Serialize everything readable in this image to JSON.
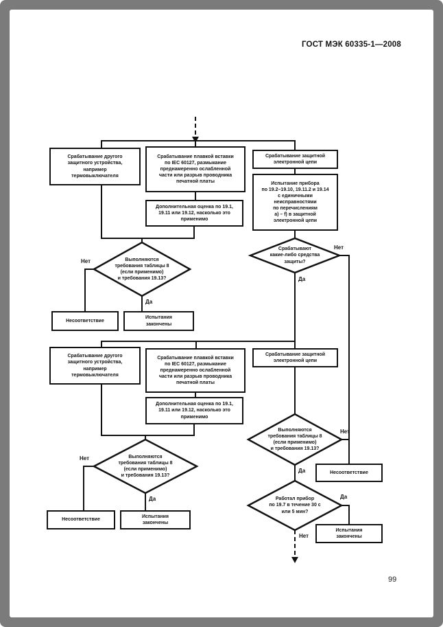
{
  "colors": {
    "frame": "#7b7b7b",
    "paper": "#ffffff",
    "ink": "#111111"
  },
  "header": {
    "title": "ГОСТ МЭК 60335-1—2008"
  },
  "footer": {
    "page_number": "99"
  },
  "labels": {
    "yes": "Да",
    "no": "Нет"
  },
  "flowchart": {
    "section1": {
      "box_other_device": [
        "Срабатывание другого",
        "защитного устройства,",
        "например",
        "термовыключателя"
      ],
      "box_fuse_link": [
        "Срабатывание плавкой вставки",
        "по IEC 60127, размыкание",
        "преднамеренно ослабленной",
        "части или разрыв проводника",
        "печатной платы"
      ],
      "box_electronic_circuit": [
        "Срабатывание защитной",
        "электронной цепи"
      ],
      "box_appliance_test": [
        "Испытание прибора",
        "по 19.2–19.10, 19.11.2 и 19.14",
        "с единичными",
        "неисправностями",
        "по перечислениям",
        "а) – f) в защитной",
        "электронной цепи"
      ],
      "box_additional_eval": [
        "Дополнительная оценка по 19.1,",
        "19.11 или 19.12, насколько это",
        "применимо"
      ],
      "decision_table8": [
        "Выполняются",
        "требования таблицы 8",
        "(если применимо)",
        "и требования 19.13?"
      ],
      "decision_protection_operates": [
        "Срабатывают",
        "какие-либо средства",
        "защиты?"
      ],
      "box_nonconformity": "Несоответствие",
      "box_tests_finished": [
        "Испытания",
        "закончены"
      ]
    },
    "section2": {
      "box_other_device": [
        "Срабатывание другого",
        "защитного устройства,",
        "например",
        "термовыключателя"
      ],
      "box_fuse_link": [
        "Срабатывание плавкой вставки",
        "по IEC 60127, размыкание",
        "преднамеренно ослабленной",
        "части или разрыв проводника",
        "печатной платы"
      ],
      "box_electronic_circuit": [
        "Срабатывание защитной",
        "электронной цепи"
      ],
      "box_additional_eval": [
        "Дополнительная оценка по 19.1,",
        "19.11 или 19.12, насколько это",
        "применимо"
      ],
      "decision_table8": [
        "Выполняются",
        "требования таблицы 8",
        "(если применимо)",
        "и требования 19.13?"
      ],
      "decision_operated_19_7": [
        "Работал прибор",
        "по 19.7 в течение 30 с",
        "или 5 мин?"
      ],
      "box_nonconformity_left": "Несоответствие",
      "box_tests_finished_left": [
        "Испытания",
        "закончены"
      ],
      "box_nonconformity_right": "Несоответствие",
      "box_tests_finished_right": [
        "Испытания",
        "закончены"
      ]
    }
  }
}
